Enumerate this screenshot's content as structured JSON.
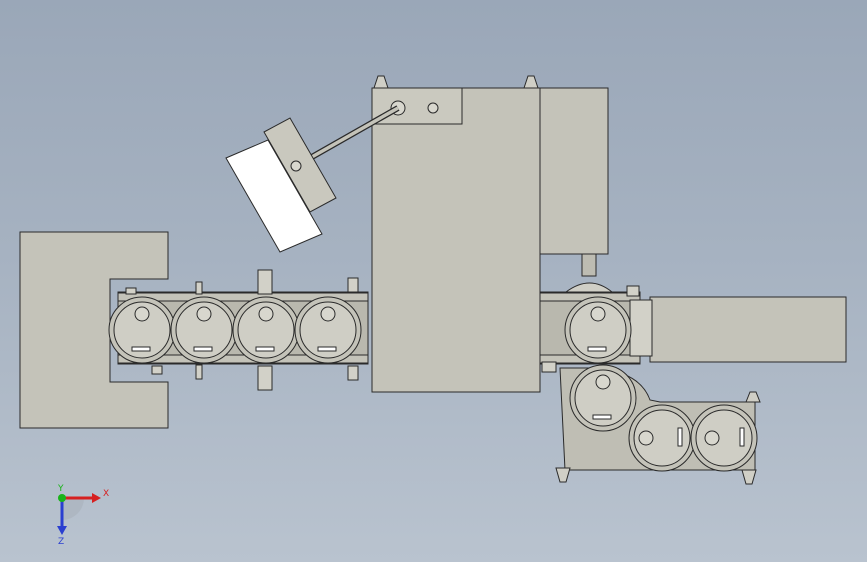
{
  "axis_triad": {
    "x_label": "X",
    "y_label": "Y",
    "z_label": "Z",
    "x_color": "#d62020",
    "y_color": "#19b319",
    "z_color": "#2a3fd0"
  },
  "colors": {
    "part_fill": "#c4c3b9",
    "panel_fill": "#ffffff",
    "outline": "#2a2a2a",
    "background_top": "#9aa7b8",
    "background_bottom": "#b9c3cf"
  }
}
